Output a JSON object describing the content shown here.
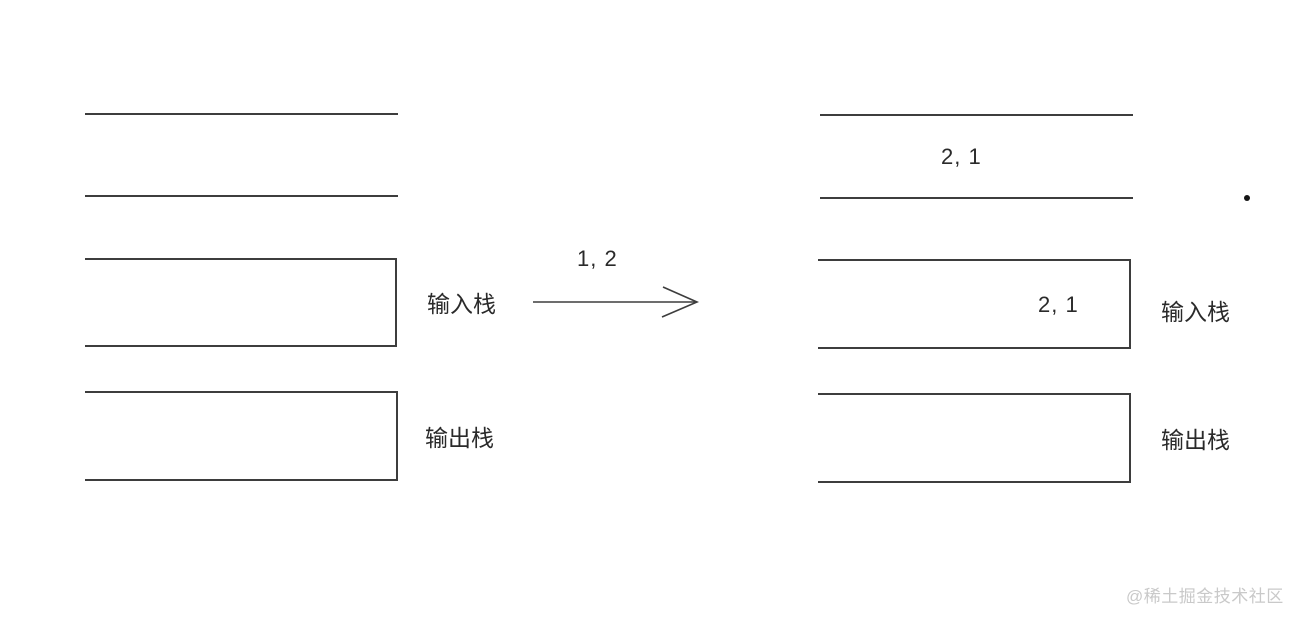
{
  "colors": {
    "line": "#3d3d3d",
    "text": "#2a2a2a",
    "watermark": "#c9c9c9"
  },
  "before_state": {
    "queue": {
      "contents": ""
    },
    "input_stack": {
      "label": "输入栈",
      "contents": ""
    },
    "output_stack": {
      "label": "输出栈",
      "contents": ""
    }
  },
  "transition": {
    "pushed_values": "1, 2"
  },
  "after_state": {
    "queue": {
      "contents": "2, 1"
    },
    "input_stack": {
      "label": "输入栈",
      "contents": "2, 1"
    },
    "output_stack": {
      "label": "输出栈",
      "contents": ""
    }
  },
  "watermark": "@稀土掘金技术社区"
}
